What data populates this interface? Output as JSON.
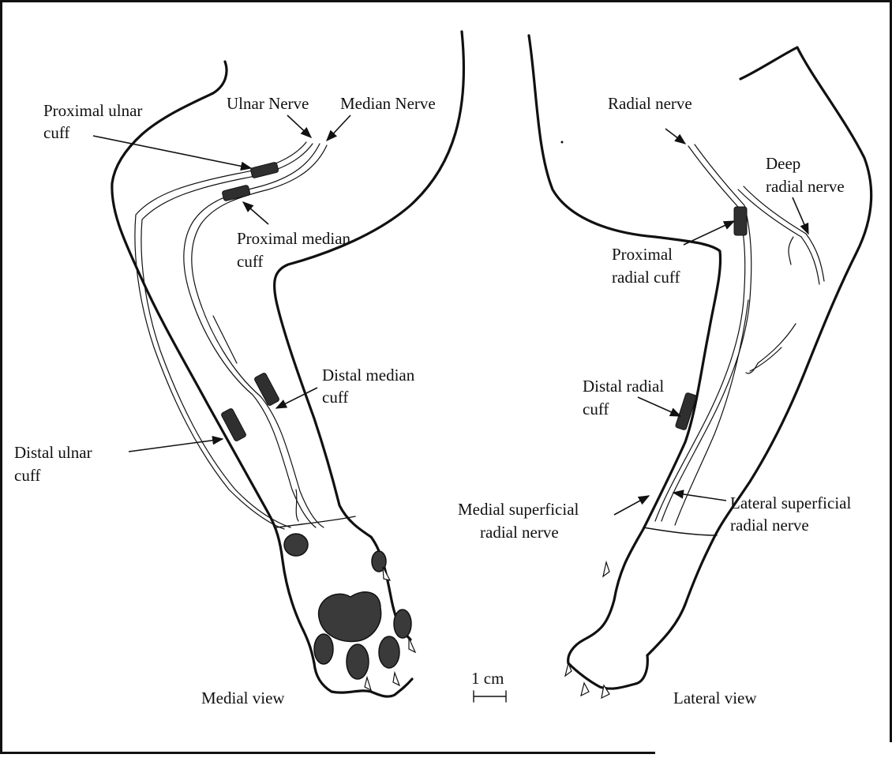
{
  "labels": {
    "proximal_ulnar_cuff_1": "Proximal ulnar",
    "proximal_ulnar_cuff_2": "cuff",
    "ulnar_nerve": "Ulnar Nerve",
    "median_nerve": "Median Nerve",
    "proximal_median_cuff_1": "Proximal median",
    "proximal_median_cuff_2": "cuff",
    "distal_median_cuff_1": "Distal median",
    "distal_median_cuff_2": "cuff",
    "distal_ulnar_cuff_1": "Distal ulnar",
    "distal_ulnar_cuff_2": "cuff",
    "medial_view": "Medial view",
    "scale": "1 cm",
    "radial_nerve": "Radial nerve",
    "deep_radial_nerve_1": "Deep",
    "deep_radial_nerve_2": "radial nerve",
    "proximal_radial_cuff_1": "Proximal",
    "proximal_radial_cuff_2": "radial cuff",
    "distal_radial_cuff_1": "Distal radial",
    "distal_radial_cuff_2": "cuff",
    "medial_superficial_1": "Medial superficial",
    "medial_superficial_2": "radial nerve",
    "lateral_superficial_1": "Lateral superficial",
    "lateral_superficial_2": "radial nerve",
    "lateral_view": "Lateral view"
  }
}
